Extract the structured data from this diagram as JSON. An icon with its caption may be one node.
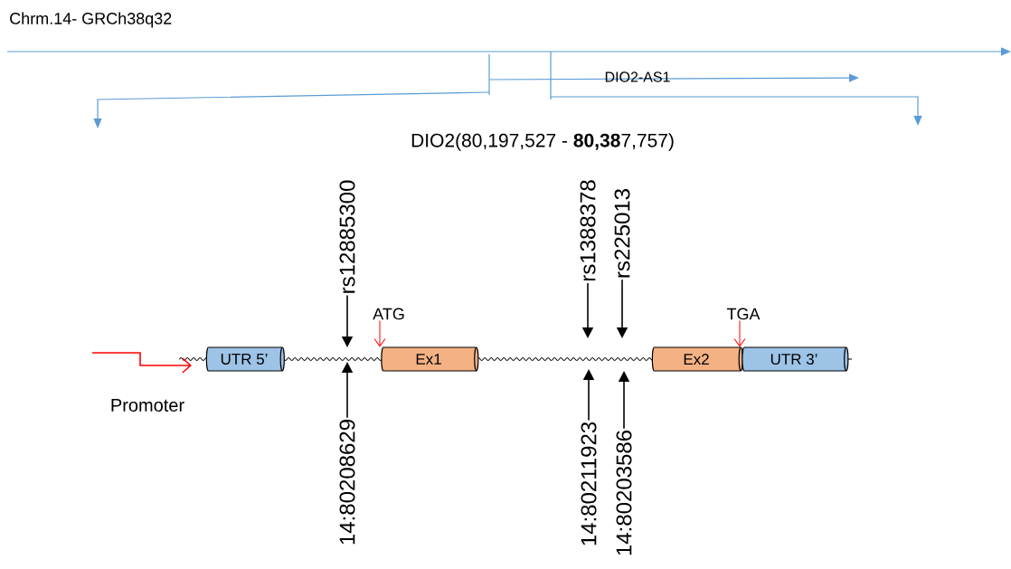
{
  "diagram": {
    "nodes": [
      {
        "text": [
          "rs12885300"
        ]
      },
      {
        "text": [
          "rs1388378"
        ]
      },
      {
        "text": [
          "rs225013"
        ]
      },
      {
        "text": [
          "ATG"
        ]
      },
      {
        "text": [
          "TGA"
        ]
      },
      {
        "text": [
          "UTR 5’"
        ]
      },
      {
        "text": [
          "Ex1"
        ]
      },
      {
        "text": [
          "Ex2"
        ]
      },
      {
        "text": [
          "UTR 3’"
        ]
      },
      {
        "text": [
          "14:80208629"
        ]
      },
      {
        "text": [
          "14:80211923"
        ]
      },
      {
        "text": [
          "14:80203586"
        ]
      }
    ],
    "edges": [
      {
        "from": 0,
        "to": null,
        "arrow": "to"
      },
      {
        "from": 1,
        "to": null,
        "arrow": "to"
      },
      {
        "from": 2,
        "to": null,
        "arrow": "to"
      },
      {
        "from": 3,
        "to": 6,
        "arrow": "to",
        "color": "#ff0000"
      },
      {
        "from": 4,
        "to": 7,
        "arrow": "to",
        "color": "#ff0000"
      },
      {
        "from": 9,
        "to": null,
        "arrow": "to"
      },
      {
        "from": 10,
        "to": null,
        "arrow": "to"
      },
      {
        "from": 11,
        "to": null,
        "arrow": "to"
      }
    ],
    "labels": [
      "Chrm.14- GRCh38q32",
      "DIO2-AS1",
      "DIO2(80,197,527 - **80,38**7,757)",
      "Promoter"
    ]
  }
}
